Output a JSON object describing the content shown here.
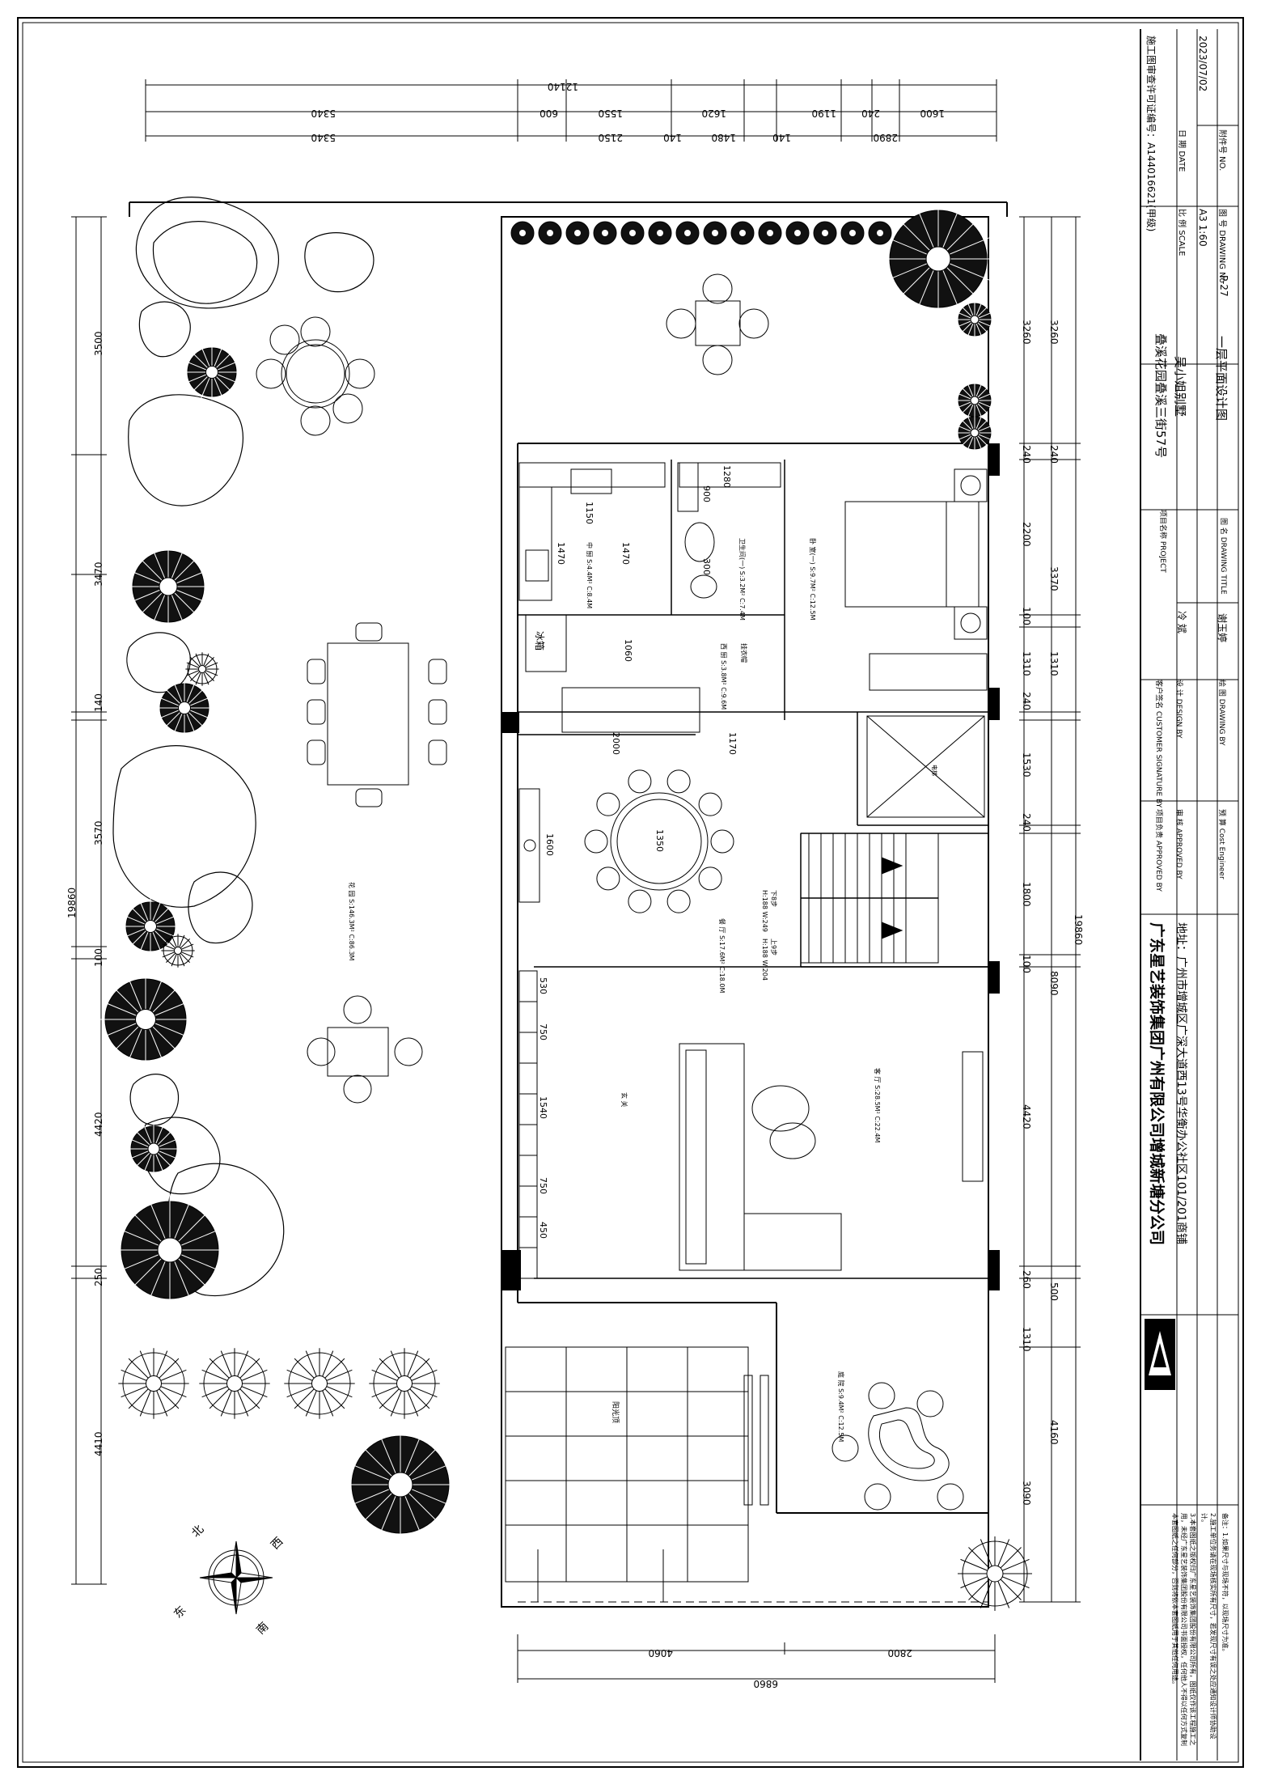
{
  "title_block": {
    "permit": "施工图审查许可证编号：A144016621(甲级)",
    "date_label": "日 期 DATE",
    "date": "2023/07/02",
    "seq_label": "附件号 NO.",
    "scale_label": "比 例 SCALE",
    "scale": "A3 1:60",
    "drawing_no_label": "图 号 DRAWING No",
    "drawing_no": "P-27",
    "project_label": "项目名称 PROJECT",
    "project_name": "叠溪花园叠溪三街57号",
    "project_sub": "吴小姐别墅",
    "drawing_title_label": "图 名 DRAWING TITLE",
    "drawing_title": "一层平面设计图",
    "customer_label": "客户签名 CUSTOMER SIGNATURE BY",
    "design_label": "设 计 DESIGN BY",
    "designer": "冷 斌",
    "drawing_by_label": "绘 图 DRAWING BY",
    "drawer": "谢玉婷",
    "approved_label": "项目负责 APPROVED BY",
    "review_label": "审 核 APPROVED BY",
    "cost_label": "预 算 Cost Engineer",
    "company": "广东星艺装饰集团广州有限公司增城新塘分公司",
    "address": "地址：广州市增城区广深大道西13号华衡办公社区101/201商铺"
  },
  "notes": [
    "备注：1.如果尺寸与现场不符，以现场尺寸为准。",
    "2.施工单位务请在现场核实所有尺寸，若发现尺寸有误之处应通知设计师协助设计。",
    "3.本套图纸之版权归广东星艺装饰集团股份有限公司所有，图纸仅作该工程施工之用，未经广东星艺装饰集团股份有限公司书面授权，任何他人不得以任何方式复制本套图纸之任何部分，否则将依本套图纸用于其他任何用途。"
  ],
  "dims": {
    "total_width": "12140",
    "top_outer": [
      "5340",
      "600",
      "1550",
      "1620",
      "1190",
      "240",
      "1600"
    ],
    "top_inner": [
      "5340",
      "2150",
      "140",
      "1480",
      "140",
      "2890"
    ],
    "left_total": "19860",
    "left": [
      "3500",
      "3470",
      "140",
      "3570",
      "100",
      "4420",
      "250",
      "4410"
    ],
    "right_total": "19860",
    "right_outer": [
      "3260",
      "240",
      "2200",
      "100",
      "1310",
      "240",
      "1530",
      "240",
      "1800",
      "100",
      "4420",
      "260",
      "1310",
      "3090"
    ],
    "right_inner": [
      "3260",
      "240",
      "3370",
      "1310",
      "8090",
      "500",
      "4160"
    ],
    "bottom_total": "6860",
    "bottom": [
      "4060",
      "2800"
    ],
    "interior": [
      "1150",
      "1470",
      "1470",
      "1280",
      "900",
      "300",
      "1060",
      "2000",
      "1170",
      "1600",
      "1350",
      "530",
      "750",
      "1540",
      "750",
      "450"
    ]
  },
  "rooms": [
    {
      "name": "中 厨",
      "area": "S:4.4M²",
      "perim": "C:8.4M"
    },
    {
      "name": "卫生间(一)",
      "area": "S:3.2M²",
      "perim": "C:7.4M"
    },
    {
      "name": "卧 室(一)",
      "area": "S:9.7M²",
      "perim": "C:12.5M"
    },
    {
      "name": "西 厨",
      "area": "S:3.8M²",
      "perim": "C:9.6M"
    },
    {
      "name": "餐 厅",
      "area": "S:17.6M²",
      "perim": "C:18.0M"
    },
    {
      "name": "客 厅",
      "area": "S:28.5M²",
      "perim": "C:22.4M"
    },
    {
      "name": "花 园",
      "area": "S:146.3M²",
      "perim": "C:86.3M"
    },
    {
      "name": "庭 院",
      "area": "S:9.4M²",
      "perim": "C:12.5M"
    }
  ],
  "labels": {
    "fridge": "冰箱",
    "stairs_down": "下8步",
    "stairs_down_dims": "H:188 W:249",
    "stairs_up": "上9步",
    "stairs_up_dims": "H:188 W:204",
    "hanger": "挂衣帽",
    "garage": "玄 关",
    "sunroof": "阳光顶",
    "elevator": "电梯",
    "compass_n": "北",
    "compass_s": "南",
    "compass_e": "东",
    "compass_w": "西"
  }
}
